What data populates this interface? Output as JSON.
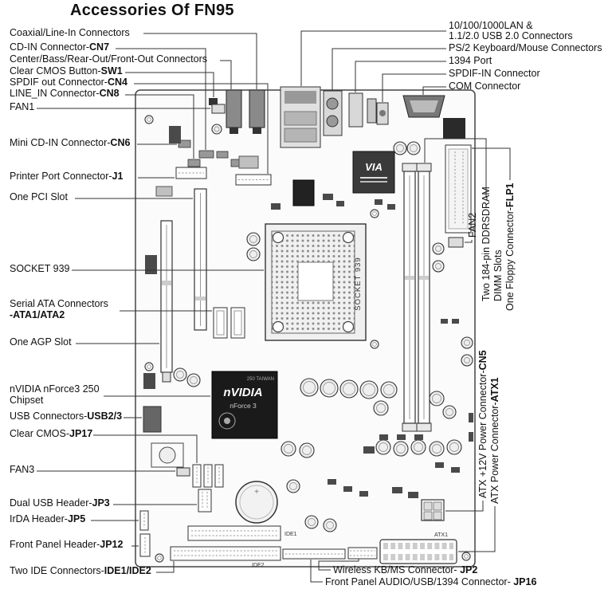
{
  "title": "Accessories Of FN95",
  "left_labels": [
    {
      "text": "Coaxial/Line-In Connectors",
      "code": ""
    },
    {
      "text": "CD-IN Connector-",
      "code": "CN7"
    },
    {
      "text": "Center/Bass/Rear-Out/Front-Out Connectors",
      "code": ""
    },
    {
      "text": "Clear CMOS Button-",
      "code": "SW1"
    },
    {
      "text": "SPDIF out Connector-",
      "code": "CN4"
    },
    {
      "text": "LINE_IN Connector-",
      "code": "CN8"
    },
    {
      "text": "FAN1",
      "code": ""
    },
    {
      "text": "Mini CD-IN Connector-",
      "code": "CN6"
    },
    {
      "text": "Printer Port Connector-",
      "code": "J1"
    },
    {
      "text": "One PCI Slot",
      "code": ""
    },
    {
      "text": "SOCKET 939",
      "code": ""
    },
    {
      "text": "Serial ATA Connectors",
      "code": ""
    },
    {
      "text": "",
      "code": "-ATA1/ATA2"
    },
    {
      "text": "One AGP Slot",
      "code": ""
    },
    {
      "text": "nVIDIA nForce3 250",
      "code": ""
    },
    {
      "text": "Chipset",
      "code": ""
    },
    {
      "text": "USB Connectors-",
      "code": "USB2/3"
    },
    {
      "text": "Clear CMOS-",
      "code": "JP17"
    },
    {
      "text": "FAN3",
      "code": ""
    },
    {
      "text": "Dual USB Header-",
      "code": "JP3"
    },
    {
      "text": "IrDA Header-",
      "code": "JP5"
    },
    {
      "text": "Front Panel Header-",
      "code": "JP12"
    },
    {
      "text": "Two IDE Connectors-",
      "code": "IDE1/IDE2"
    }
  ],
  "right_labels": [
    {
      "text": "10/100/1000LAN &",
      "code": ""
    },
    {
      "text": "1.1/2.0 USB 2.0 Connectors",
      "code": ""
    },
    {
      "text": "PS/2 Keyboard/Mouse Connectors",
      "code": ""
    },
    {
      "text": "1394 Port",
      "code": ""
    },
    {
      "text": "SPDIF-IN Connector",
      "code": ""
    },
    {
      "text": "COM Connector",
      "code": ""
    }
  ],
  "vertical_labels": [
    {
      "text": "FAN2",
      "code": ""
    },
    {
      "text": "Two 184-pin DDRSDRAM",
      "code": ""
    },
    {
      "text": "DIMM Slots",
      "code": ""
    },
    {
      "text": "One Floppy Connector-",
      "code": "FLP1"
    },
    {
      "text": "ATX +12V Power Connector-",
      "code": "CN5"
    },
    {
      "text": "ATX Power Connector-",
      "code": "ATX1"
    }
  ],
  "bottom_labels": [
    {
      "text": "Wireless KB/MS Connector- ",
      "code": "JP2"
    },
    {
      "text": "Front Panel AUDIO/USB/1394 Connector- ",
      "code": "JP16"
    }
  ],
  "board": {
    "socket_text": "SOCKET 939",
    "via_text": "VIA",
    "nvidia_line1": "nVIDIA",
    "nvidia_line2": "nForce 3",
    "nvidia_line3": "250 TAIWAN",
    "ide1_text": "IDE1",
    "ide2_text": "IDE2",
    "atx1_text": "ATX1",
    "battery_plus": "+"
  },
  "colors": {
    "callout_line": "#333333",
    "board_fill": "#fbfbfb",
    "chip_dark": "#1a1a1a"
  }
}
